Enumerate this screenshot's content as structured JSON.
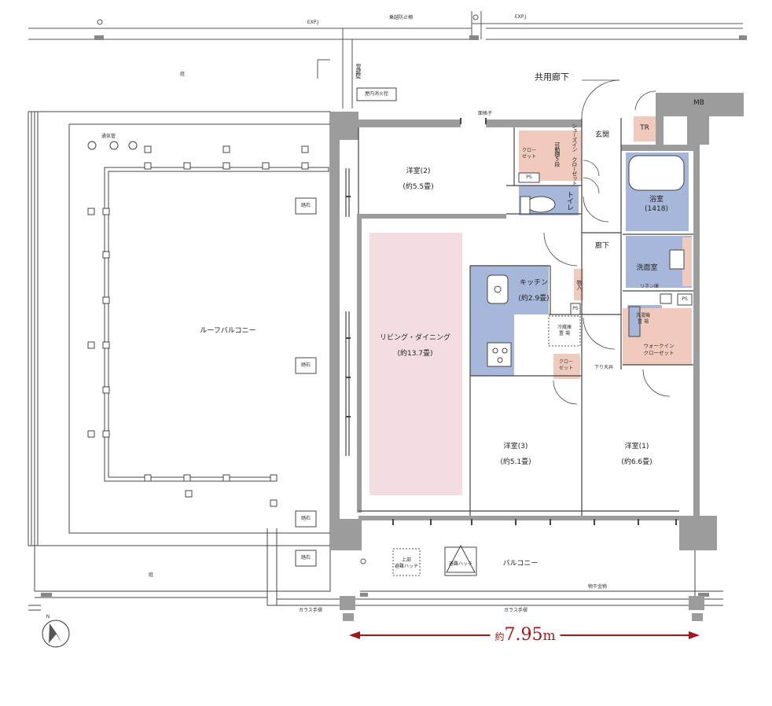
{
  "labels": {
    "top_exp_left": "EXP.J",
    "top_exp_right": "EXP.J",
    "top_fence": "乗越防止柵",
    "top_pipe": "雪避壁",
    "top_garden": "庭",
    "hydrant": "屋内消火栓",
    "grille": "面格子",
    "shared_corridor": "共用廊下",
    "mb": "MB",
    "tr": "TR",
    "entrance": "玄関",
    "vent": "通気管",
    "roof_balcony": "ルーフバルコニー",
    "stepping_stone_1": "踏石",
    "stepping_stone_2": "踏石",
    "stepping_stone_3": "踏石",
    "stepping_stone_4": "踏石",
    "bottom_garden": "庭",
    "balcony": "バルコニー",
    "upper_hatch": "上部\n避難ハッチ",
    "evac_hatch": "避難ハッチ",
    "clothes_rack": "物干金物",
    "glass_rail_1": "ガラス手摺",
    "glass_rail_2": "ガラス手摺",
    "ceiling_drop": "下り天井",
    "closet_small": "クロー\nゼット",
    "shoes_closet": "シューズイン\nクローゼット",
    "adjustable_shelf": "可動棚5段",
    "ps_1": "PS",
    "ps_2": "PS",
    "ps_3": "PS",
    "storage": "物入",
    "linen": "リネン庫",
    "washer": "洗濯機\n置 場",
    "fridge": "冷蔵庫\n置 場",
    "toilet": "トイレ",
    "compass_n": "N"
  },
  "rooms": {
    "bedroom2_name": "洋室(2)",
    "bedroom2_size": "(約5.5畳)",
    "bath_name": "浴室",
    "bath_size": "(1418)",
    "hall": "廊下",
    "washroom": "洗面室",
    "kitchen_name": "キッチン",
    "kitchen_size": "(約2.9畳)",
    "living_name": "リビング・ダイニング",
    "living_size": "(約13.7畳)",
    "walkin": "ウォークイン\nクローゼット",
    "closet2": "クロー\nゼット",
    "bedroom3_name": "洋室(3)",
    "bedroom3_size": "(約5.1畳)",
    "bedroom1_name": "洋室(1)",
    "bedroom1_size": "(約6.6畳)"
  },
  "dimension": {
    "prefix": "約",
    "value": "7.95",
    "unit": "m",
    "color": "#a3161a"
  },
  "colors": {
    "wall": "#9c9c9c",
    "line": "#444444",
    "living": "#f3dde0",
    "blue": "#a6b7d9",
    "peach": "#f0cbbd"
  }
}
